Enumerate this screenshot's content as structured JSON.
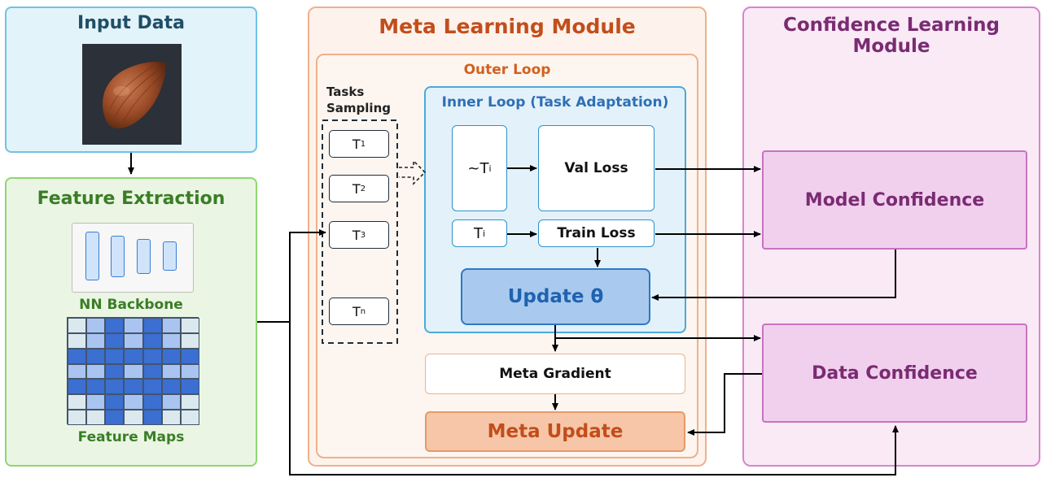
{
  "input_panel": {
    "title": "Input Data"
  },
  "feature_panel": {
    "title": "Feature Extraction",
    "backbone_label": "NN Backbone",
    "maps_label": "Feature Maps"
  },
  "meta_panel": {
    "title": "Meta Learning Module",
    "outer_loop": "Outer Loop",
    "tasks_sampling": "Tasks Sampling",
    "tasks": [
      {
        "base": "T",
        "sub": "1"
      },
      {
        "base": "T",
        "sub": "2"
      },
      {
        "base": "T",
        "sub": "3"
      },
      {
        "base": "T",
        "sub": "n"
      }
    ],
    "inner_loop": "Inner Loop (Task Adaptation)",
    "val_sample": {
      "base": "~T",
      "sub": "i"
    },
    "train_sample": {
      "base": "T",
      "sub": "i"
    },
    "val_loss": "Val Loss",
    "train_loss": "Train Loss",
    "update_theta": "Update θ",
    "meta_gradient": "Meta Gradient",
    "meta_update": "Meta Update"
  },
  "confidence_panel": {
    "title": "Confidence Learning Module",
    "model_confidence": "Model Confidence",
    "data_confidence": "Data Confidence"
  },
  "colors": {
    "input_border": "#6ec3e6",
    "feature_border": "#8fd672",
    "meta_border": "#f0b08a",
    "inner_border": "#4aaadc",
    "confidence_border": "#d884cf",
    "feature_map_dark": "#3b6fd1",
    "feature_map_mid": "#a9c4f0",
    "feature_map_light": "#dbe9ee"
  }
}
